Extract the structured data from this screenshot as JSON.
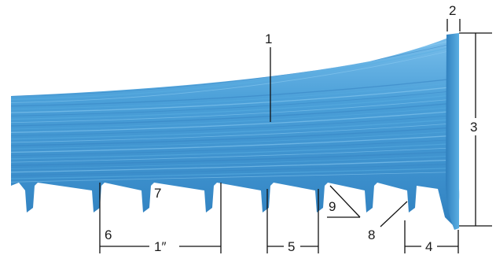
{
  "diagram": {
    "callouts": [
      {
        "id": "back",
        "label": "1"
      },
      {
        "id": "thickness",
        "label": "2"
      },
      {
        "id": "width",
        "label": "3"
      },
      {
        "id": "gullet-depth",
        "label": "4"
      },
      {
        "id": "pitch",
        "label": "5"
      },
      {
        "id": "tooth-tip",
        "label": "6"
      },
      {
        "id": "gullet",
        "label": "7"
      },
      {
        "id": "tooth-angle",
        "label": "9"
      },
      {
        "id": "set",
        "label": "8"
      }
    ],
    "inch_label": "1″",
    "colors": {
      "blade": "#4a9fd8",
      "blade_dark": "#2f7fbe",
      "blade_light": "#7cc0ec",
      "lines": "#111111"
    }
  }
}
